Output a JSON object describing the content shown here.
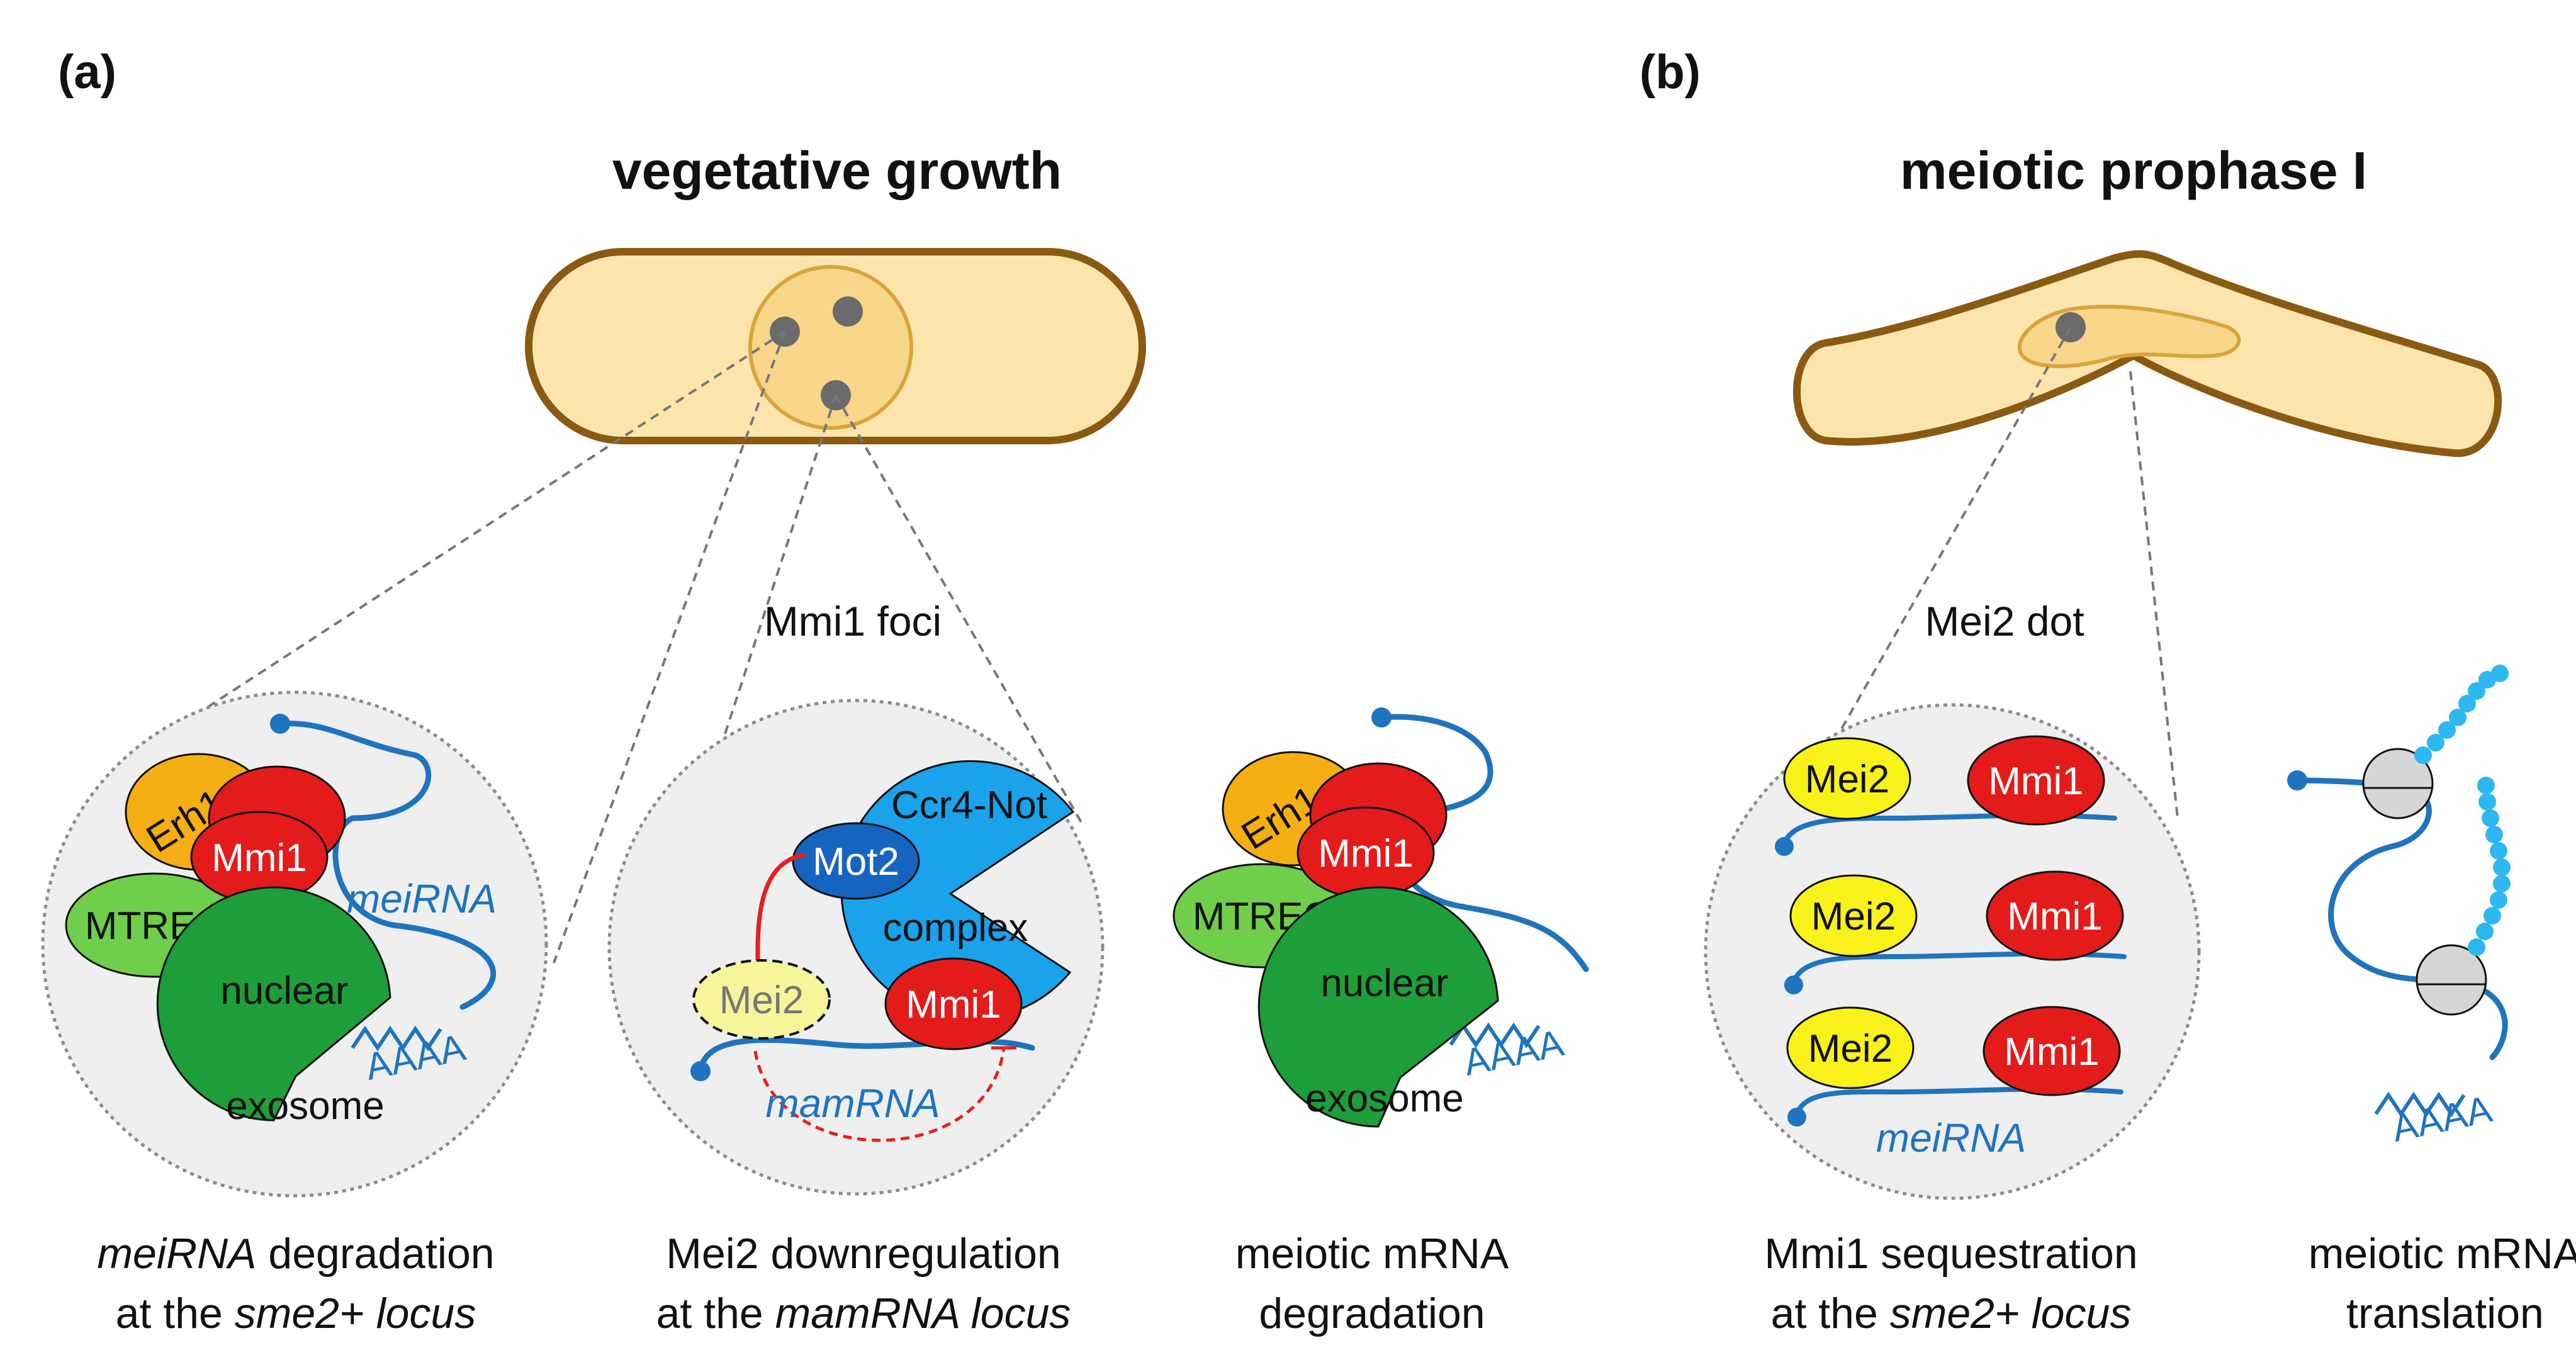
{
  "panel_a": {
    "label_open": "(",
    "label_letter": "a",
    "label_close": ")",
    "title": "vegetative growth",
    "foci_label": "Mmi1 foci",
    "circle1": {
      "erh1": "Erh1",
      "mmi1": "Mmi1",
      "mtrec": "MTREC",
      "exosome_top": "nuclear",
      "exosome_bottom": "exosome",
      "rna": "meiRNA",
      "polya": "AAAA"
    },
    "circle2": {
      "ccr4": "Ccr4-Not",
      "mot2": "Mot2",
      "complex": "complex",
      "mei2": "Mei2",
      "mmi1": "Mmi1",
      "rna": "mamRNA"
    },
    "free": {
      "erh1": "Erh1",
      "mmi1": "Mmi1",
      "mtrec": "MTREC",
      "exosome_top": "nuclear",
      "exosome_bottom": "exosome",
      "polya": "AAAA"
    },
    "captions": {
      "c1_line1_italic": "meiRNA",
      "c1_line1_rest": " degradation",
      "c1_line2_pre": "at the ",
      "c1_line2_italic": "sme2+ locus",
      "c2_line1": "Mei2 downregulation",
      "c2_line2_pre": "at the ",
      "c2_line2_italic": "mamRNA locus",
      "c3_line1": "meiotic mRNA",
      "c3_line2": "degradation"
    }
  },
  "panel_b": {
    "label_open": "(",
    "label_letter": "b",
    "label_close": ")",
    "title": "meiotic prophase I",
    "dot_label": "Mei2 dot",
    "circle": {
      "mei2_1": "Mei2",
      "mmi1_1": "Mmi1",
      "mei2_2": "Mei2",
      "mmi1_2": "Mmi1",
      "mei2_3": "Mei2",
      "mmi1_3": "Mmi1",
      "rna": "meiRNA"
    },
    "translation": {
      "polya": "AAAA"
    },
    "captions": {
      "c1_line1": "Mmi1 sequestration",
      "c1_line2_pre": "at the ",
      "c1_line2_italic": "sme2+ locus",
      "c2_line1": "meiotic mRNA",
      "c2_line2": "translation"
    }
  },
  "colors": {
    "cell_fill": "#fbe5ad",
    "cell_stroke": "#8a5a12",
    "nucleus_fill": "#f8d68a",
    "nucleus_stroke": "#d9a43a",
    "foci_dot": "#6b6b6b",
    "zoom_fill": "#efefef",
    "zoom_stroke": "#8c8c8c",
    "erh1": "#f5ae13",
    "mmi1": "#e31b1b",
    "mtrec": "#6fcf4a",
    "exosome": "#1e9e3a",
    "ccr4": "#1aa2ea",
    "mot2": "#1565c0",
    "mei2": "#f9f21a",
    "mei2_inhibited": "#f7f59a",
    "rna": "#1f74bf",
    "inhibition": "#e52020",
    "ribosome": "#d6d6d6",
    "peptide": "#2eb8f0"
  },
  "icons": [
    "exosome-pacman-icon",
    "ccr4-not-pacman-icon",
    "ribosome-icon",
    "inhibition-arrow-icon"
  ]
}
